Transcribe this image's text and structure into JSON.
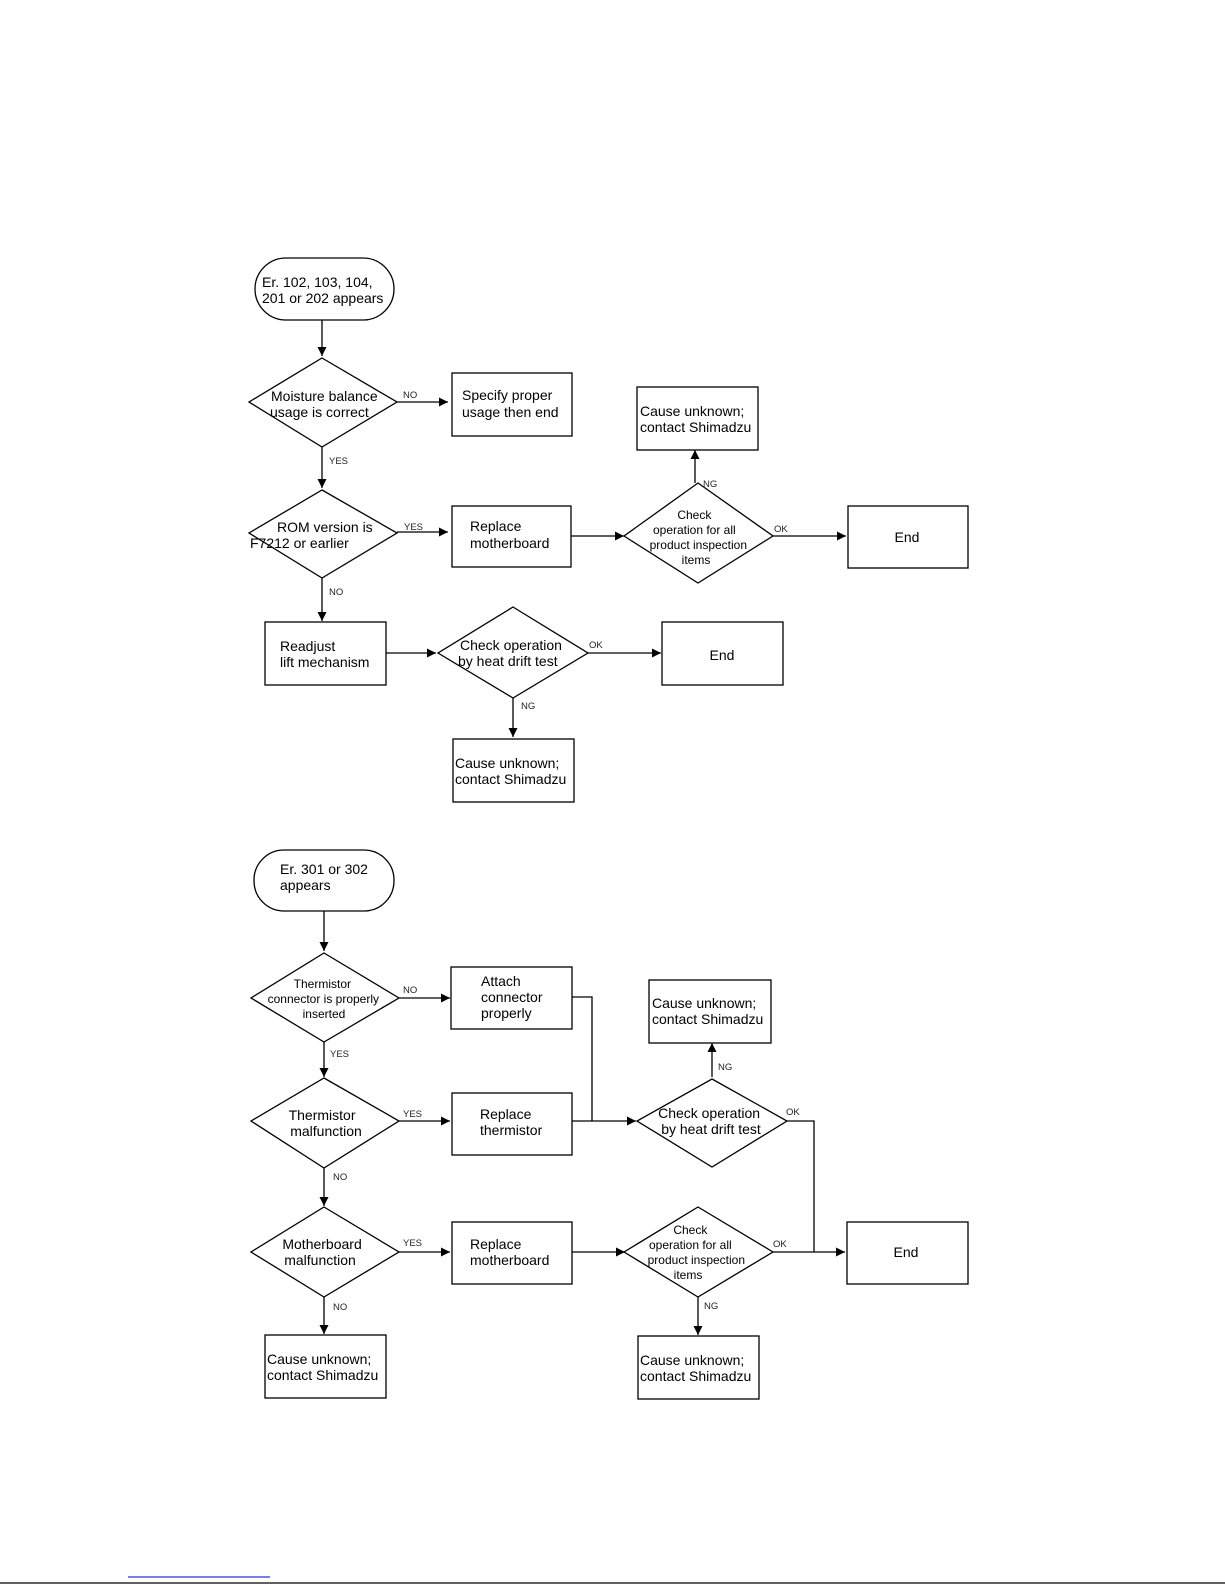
{
  "flow1": {
    "start": [
      "Er. 102, 103, 104,",
      "201 or 202 appears"
    ],
    "d_usage": [
      "Moisture balance",
      "usage is correct"
    ],
    "b_specify": [
      "Specify proper",
      "usage then end"
    ],
    "d_rom": [
      "ROM version is",
      "F7212 or earlier"
    ],
    "b_replace_mb": [
      "Replace",
      "motherboard"
    ],
    "d_check_all": [
      "Check",
      "operation for all",
      "product inspection",
      "items"
    ],
    "b_unknown_top": [
      "Cause unknown;",
      "contact Shimadzu"
    ],
    "b_end_right": "End",
    "b_readjust": [
      "Readjust",
      "lift mechanism"
    ],
    "d_heat": [
      "Check operation",
      "by heat drift test"
    ],
    "b_end_mid": "End",
    "b_unknown_bottom": [
      "Cause unknown;",
      "contact Shimadzu"
    ],
    "labels": {
      "usage_no": "NO",
      "usage_yes": "YES",
      "rom_yes": "YES",
      "rom_no": "NO",
      "check_all_ng": "NG",
      "check_all_ok": "OK",
      "heat_ok": "OK",
      "heat_ng": "NG"
    }
  },
  "flow2": {
    "start": [
      "Er. 301 or 302",
      "appears"
    ],
    "d_connector": [
      "Thermistor",
      "connector is properly",
      "inserted"
    ],
    "b_attach": [
      "Attach",
      "connector",
      "properly"
    ],
    "d_therm": [
      "Thermistor",
      "malfunction"
    ],
    "b_replace_therm": [
      "Replace",
      "thermistor"
    ],
    "d_heat": [
      "Check operation",
      "by heat drift test"
    ],
    "b_unknown_top": [
      "Cause unknown;",
      "contact Shimadzu"
    ],
    "d_mb": [
      "Motherboard",
      "malfunction"
    ],
    "b_replace_mb": [
      "Replace",
      "motherboard"
    ],
    "d_check_all": [
      "Check",
      "operation for all",
      "product inspection",
      "items"
    ],
    "b_end": "End",
    "b_unknown_left": [
      "Cause unknown;",
      "contact Shimadzu"
    ],
    "b_unknown_bottom": [
      "Cause unknown;",
      "contact Shimadzu"
    ],
    "labels": {
      "connector_no": "NO",
      "connector_yes": "YES",
      "therm_yes": "YES",
      "therm_no": "NO",
      "heat_ng": "NG",
      "heat_ok": "OK",
      "mb_yes": "YES",
      "mb_no": "NO",
      "check_all_ok": "OK",
      "check_all_ng": "NG"
    }
  }
}
